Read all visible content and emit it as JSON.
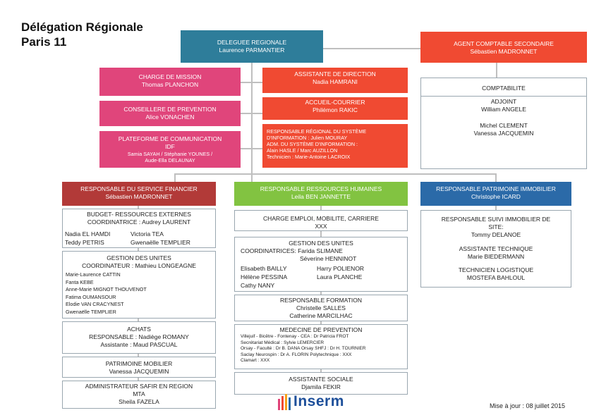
{
  "title": {
    "line1": "Délégation Régionale",
    "line2": "Paris 11"
  },
  "top": {
    "delegue": {
      "role": "DELEGUEE REGIONALE",
      "name": "Laurence PARMANTIER"
    },
    "agent_comptable": {
      "role": "AGENT COMPTABLE SECONDAIRE",
      "name": "Sébastien MADRONNET"
    }
  },
  "staff_left": {
    "mission": {
      "role": "CHARGE DE MISSION",
      "name": "Thomas PLANCHON"
    },
    "prevention": {
      "role": "CONSEILLERE DE PREVENTION",
      "name": "Alice VONACHEN"
    },
    "plateforme": {
      "role": "PLATEFORME DE COMMUNICATION",
      "role2": "IDF",
      "name": "Samia SAYAH / Stéphanie YOUNES /",
      "name2": "Aude-Ella DELAUNAY"
    }
  },
  "staff_center": {
    "assistante": {
      "role": "ASSISTANTE DE DIRECTION",
      "name": "Nadia HAMRANI"
    },
    "accueil": {
      "role": "ACCUEIL-COURRIER",
      "name": "Philémon RAKIC"
    },
    "si": {
      "l1": "RESPONSABLE RÉGIONAL DU SYSTÈME",
      "l2": "D'INFORMATION : Julien MOURAY",
      "l3": "ADM. DU SYSTÈME D'INFORMATION :",
      "l4": "Alain HASLE / Marc AUZILLON",
      "l5": "Technicien : Marie-Antoine LACROIX"
    }
  },
  "comptabilite": {
    "header": "COMPTABILITE",
    "adjoint_role": "ADJOINT",
    "adjoint_name": "William ANGELE",
    "member1": "Michel CLEMENT",
    "member2": "Vanessa JACQUEMIN"
  },
  "financier": {
    "head": {
      "role": "RESPONSABLE DU SERVICE FINANCIER",
      "name": "Sébastien MADRONNET"
    },
    "budget": {
      "title": "BUDGET- RESSOURCES EXTERNES",
      "coord": "COORDINATRICE : Audrey LAURENT",
      "p1": "Nadia EL HAMDI",
      "p2": "Victoria TEA",
      "p3": "Teddy PETRIS",
      "p4": "Gwenaëlle TEMPLIER"
    },
    "gestion": {
      "title": "GESTION DES UNITES",
      "coord": "COORDINATEUR : Mathieu LONGEAGNE",
      "members": [
        "Marie-Laurence CATTIN",
        "Fanta KEBE",
        "Anne-Marie MIGNOT THOUVENOT",
        "Fatima OUMANSOUR",
        "Elodie VAN CRACYNEST",
        "Gwenaëlle TEMPLIER"
      ]
    },
    "achats": {
      "title": "ACHATS",
      "resp": "RESPONSABLE : Nadiège ROMANY",
      "assist": "Assistante : Maud PASCUAL"
    },
    "patrimoine": {
      "title": "PATRIMOINE MOBILIER",
      "name": "Vanessa JACQUEMIN"
    },
    "safir": {
      "title": "ADMINISTRATEUR SAFIR EN REGION",
      "l2": "MTA",
      "name": "Sheila FAZELA"
    }
  },
  "rh": {
    "head": {
      "role": "RESPONSABLE RESSOURCES HUMAINES",
      "name": "Leila BEN JANNETTE"
    },
    "emploi": {
      "title": "CHARGE EMPLOI, MOBILITE, CARRIERE",
      "name": "XXX"
    },
    "gestion": {
      "title": "GESTION DES UNITES",
      "coord": "COORDINATRICES:   Farida SLIMANE",
      "coord2": "Séverine HENNINOT",
      "p1": "Elisabeth BAILLY",
      "p2": "Harry POLIENOR",
      "p3": "Hélène PESSINA",
      "p4": "Laura PLANCHE",
      "p5": "Cathy NANY"
    },
    "formation": {
      "title": "RESPONSABLE FORMATION",
      "n1": "Christelle SALLES",
      "n2": "Catherine MARCILHAC"
    },
    "medecine": {
      "title": "MEDECINE DE PREVENTION",
      "l1": "Villejuif - Bicêtre - Fontenay - CEA : Dr Patricia FROT",
      "l2": "Secrétariat Médical : Sylvie LEMERCIER",
      "l3": "Orsay - Faculté : Dr B. DANA    Orsay SHFJ : Dr H. TOURNIER",
      "l4": "Saclay Neurospin : Dr A. FLORIN    Polytechnique : XXX",
      "l5": "Clamart : XXX"
    },
    "sociale": {
      "title": "ASSISTANTE SOCIALE",
      "name": "Djamila FEKIR"
    }
  },
  "patrimoine_immo": {
    "head": {
      "role": "RESPONSABLE PATRIMOINE IMMOBILIER",
      "name": "Christophe ICARD"
    },
    "suivi": {
      "l1": "RESPONSABLE SUIVI IMMOBILIER DE",
      "l2": "SITE:",
      "name": "Tommy DELANOE"
    },
    "tech": {
      "role": "ASSISTANTE TECHNIQUE",
      "name": "Marie BIEDERMANN"
    },
    "logistique": {
      "role": "TECHNICIEN LOGISTIQUE",
      "name": "MOSTEFA BAHLOUL"
    }
  },
  "logo": {
    "text": "Inserm"
  },
  "footer": "Mise à jour : 08 juillet 2015",
  "colors": {
    "teal": "#2e7d9a",
    "pink": "#e0457b",
    "red": "#f04a32",
    "dark_red": "#b23a38",
    "green": "#82c341",
    "blue": "#2b6aa8"
  }
}
